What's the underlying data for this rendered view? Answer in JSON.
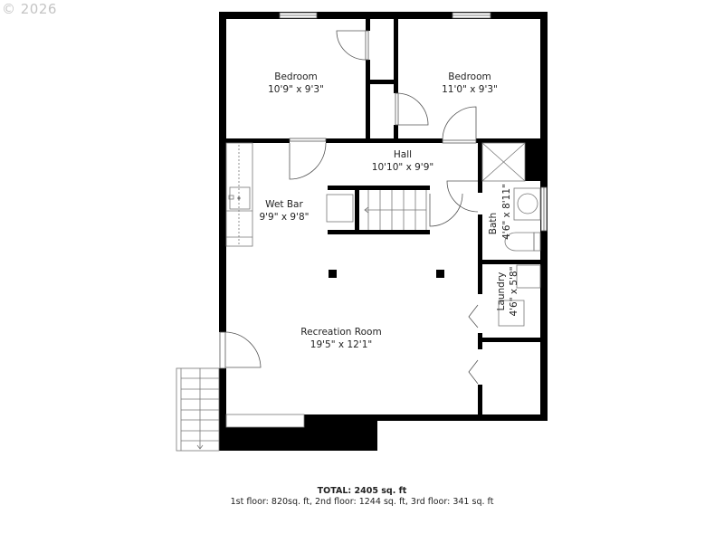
{
  "watermark": {
    "copyright": "© 2026"
  },
  "rooms": [
    {
      "id": "bedroom-1",
      "name": "Bedroom",
      "dimensions": "10'9\" x 9'3\""
    },
    {
      "id": "bedroom-2",
      "name": "Bedroom",
      "dimensions": "11'0\" x 9'3\""
    },
    {
      "id": "hall",
      "name": "Hall",
      "dimensions": "10'10\" x 9'9\""
    },
    {
      "id": "wet-bar",
      "name": "Wet Bar",
      "dimensions": "9'9\" x 9'8\""
    },
    {
      "id": "bath",
      "name": "Bath",
      "dimensions": "4'6\" x 8'11\""
    },
    {
      "id": "laundry",
      "name": "Laundry",
      "dimensions": "4'6\" x 5'8\""
    },
    {
      "id": "recreation-room",
      "name": "Recreation Room",
      "dimensions": "19'5\" x 12'1\""
    }
  ],
  "summary": {
    "total_label": "TOTAL:",
    "total_value": "2405",
    "total_unit": "sq. ft",
    "floors": [
      {
        "label": "1st floor:",
        "value": "820",
        "unit": "sq. ft"
      },
      {
        "label": "2nd floor:",
        "value": "1244",
        "unit": "sq. ft"
      },
      {
        "label": "3rd floor:",
        "value": "341",
        "unit": "sq. ft"
      }
    ]
  },
  "colors": {
    "wall": "#000000",
    "fixture_line": "#555555",
    "background": "#ffffff",
    "watermark": "#c4c4c4"
  }
}
